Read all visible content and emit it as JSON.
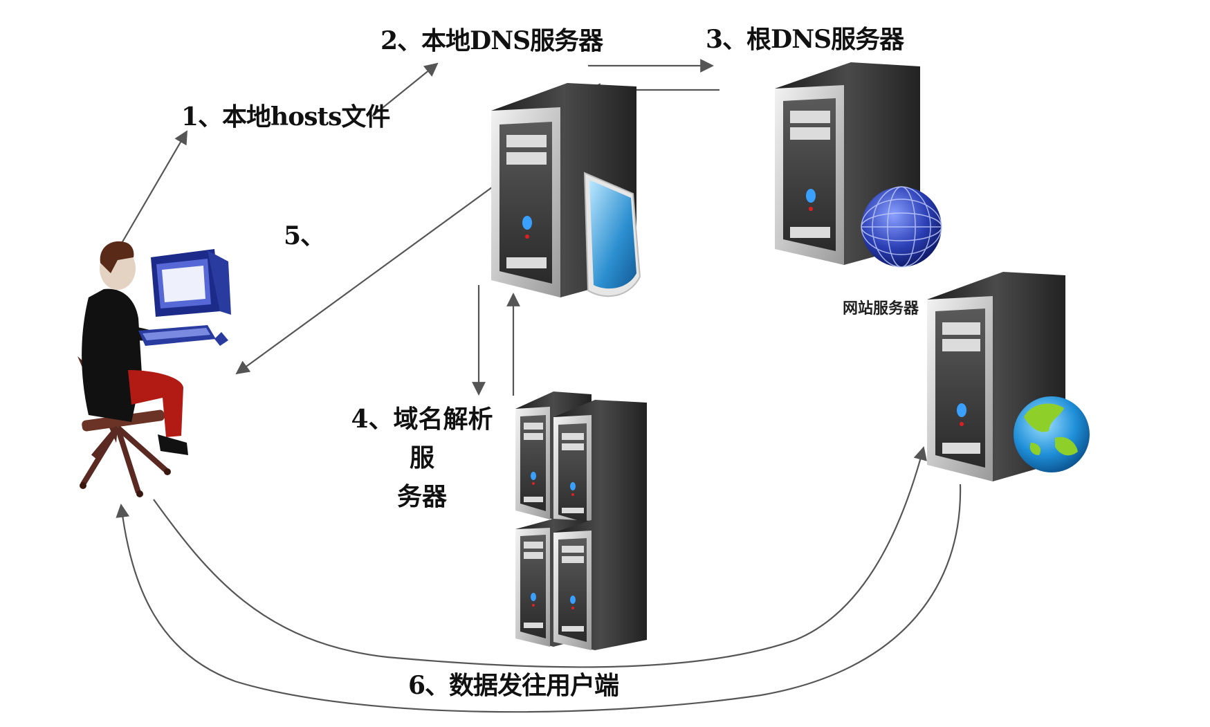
{
  "labels": {
    "step1": "1、本地hosts文件",
    "step2": "2、本地DNS服务器",
    "step3": "3、根DNS服务器",
    "step4_line1": "4、域名解析服",
    "step4_line2": "务器",
    "step5": "5、",
    "step6": "6、数据发往用户端",
    "website_server": "网站服务器"
  },
  "colors": {
    "arrow": "#555555",
    "server_body": "#3a3a3a",
    "server_face": "#d8d8d8",
    "shield": "#2c8fd0",
    "globe_blue": "#2b3fb5",
    "globe_earth": "#1f8fd8",
    "land": "#8fcf2a"
  },
  "icons": {
    "user": "person-at-computer-icon",
    "local_dns": "server-with-shield-icon",
    "root_dns": "server-with-globe-icon",
    "resolver": "server-cluster-icon",
    "website": "server-with-earth-icon"
  }
}
